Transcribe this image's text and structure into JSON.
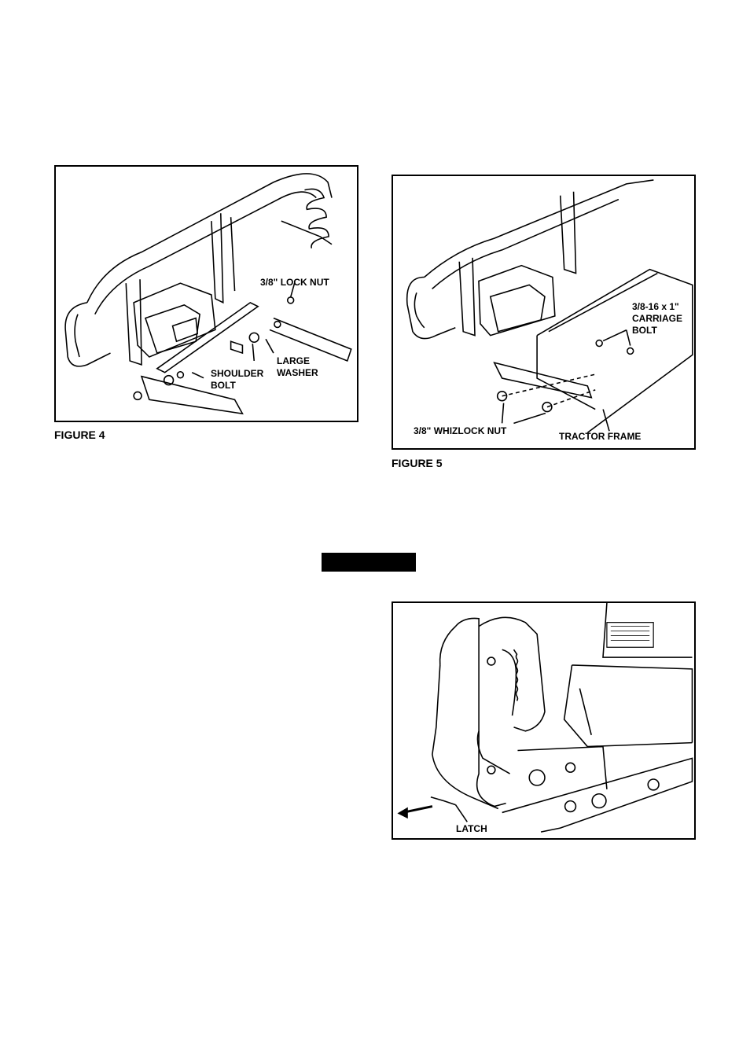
{
  "figure4": {
    "caption": "FIGURE 4",
    "labels": {
      "lock_nut": "3/8\" LOCK NUT",
      "shoulder_bolt": "SHOULDER\nBOLT",
      "large_washer": "LARGE\nWASHER"
    }
  },
  "figure5": {
    "caption": "FIGURE 5",
    "labels": {
      "carriage_bolt": "3/8-16 x 1\"\nCARRIAGE\nBOLT",
      "whizlock_nut": "3/8\" WHIZLOCK NUT",
      "tractor_frame": "TRACTOR FRAME"
    }
  },
  "figure6": {
    "labels": {
      "latch": "LATCH"
    }
  },
  "colors": {
    "line": "#000000",
    "background": "#ffffff",
    "gray": "#888888"
  }
}
